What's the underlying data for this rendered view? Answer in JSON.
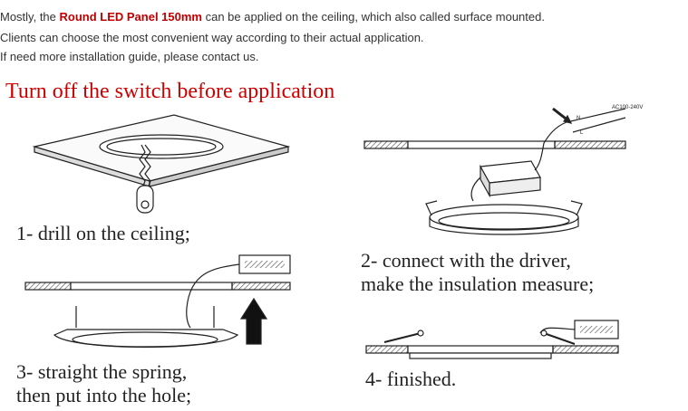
{
  "intro": {
    "line1_prefix": "Mostly, the ",
    "line1_highlight": "Round LED Panel 150mm",
    "line1_suffix": " can be applied on the ceiling, which also called surface mounted.",
    "line2": "Clients can choose the most convenient way according to their actual application.",
    "line3": "If need more installation guide, please contact us."
  },
  "warning": "Turn off the switch before application",
  "steps": {
    "s1": "1- drill on the ceiling;",
    "s2a": "2- connect with the driver,",
    "s2b": "make the insulation measure;",
    "s3a": "3- straight the spring,",
    "s3b": "then put into the hole;",
    "s4": "4- finished."
  },
  "diagram_labels": {
    "voltage": "AC100-240V",
    "n": "N",
    "l": "L"
  },
  "colors": {
    "highlight": "#c00000",
    "warning": "#cc0000"
  }
}
